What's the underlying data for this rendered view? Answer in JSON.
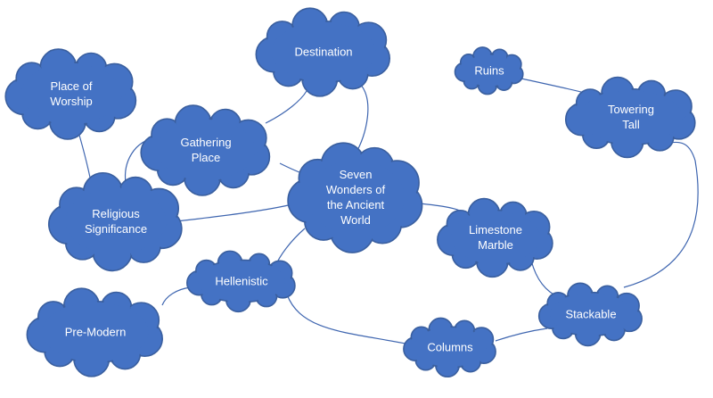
{
  "accent_color": "#4472c4",
  "text_color": "#ffffff",
  "concepts": [
    {
      "id": "place-of-worship",
      "lines": [
        "Place of",
        "Worship"
      ]
    },
    {
      "id": "destination",
      "lines": [
        "Destination"
      ]
    },
    {
      "id": "ruins",
      "lines": [
        "Ruins"
      ]
    },
    {
      "id": "towering-tall",
      "lines": [
        "Towering",
        "Tall"
      ]
    },
    {
      "id": "gathering-place",
      "lines": [
        "Gathering",
        "Place"
      ]
    },
    {
      "id": "seven-wonders",
      "lines": [
        "Seven",
        "Wonders of",
        "the Ancient",
        "World"
      ]
    },
    {
      "id": "religious-significance",
      "lines": [
        "Religious",
        "Significance"
      ]
    },
    {
      "id": "limestone-marble",
      "lines": [
        "Limestone",
        "Marble"
      ]
    },
    {
      "id": "hellenistic",
      "lines": [
        "Hellenistic"
      ]
    },
    {
      "id": "pre-modern",
      "lines": [
        "Pre-Modern"
      ]
    },
    {
      "id": "stackable",
      "lines": [
        "Stackable"
      ]
    },
    {
      "id": "columns",
      "lines": [
        "Columns"
      ]
    }
  ],
  "connections": [
    [
      "place-of-worship",
      "religious-significance"
    ],
    [
      "religious-significance",
      "gathering-place"
    ],
    [
      "religious-significance",
      "seven-wonders"
    ],
    [
      "gathering-place",
      "destination"
    ],
    [
      "gathering-place",
      "seven-wonders"
    ],
    [
      "destination",
      "seven-wonders"
    ],
    [
      "seven-wonders",
      "limestone-marble"
    ],
    [
      "seven-wonders",
      "hellenistic"
    ],
    [
      "hellenistic",
      "pre-modern"
    ],
    [
      "hellenistic",
      "columns"
    ],
    [
      "columns",
      "stackable"
    ],
    [
      "limestone-marble",
      "stackable"
    ],
    [
      "stackable",
      "towering-tall"
    ],
    [
      "ruins",
      "towering-tall"
    ]
  ]
}
